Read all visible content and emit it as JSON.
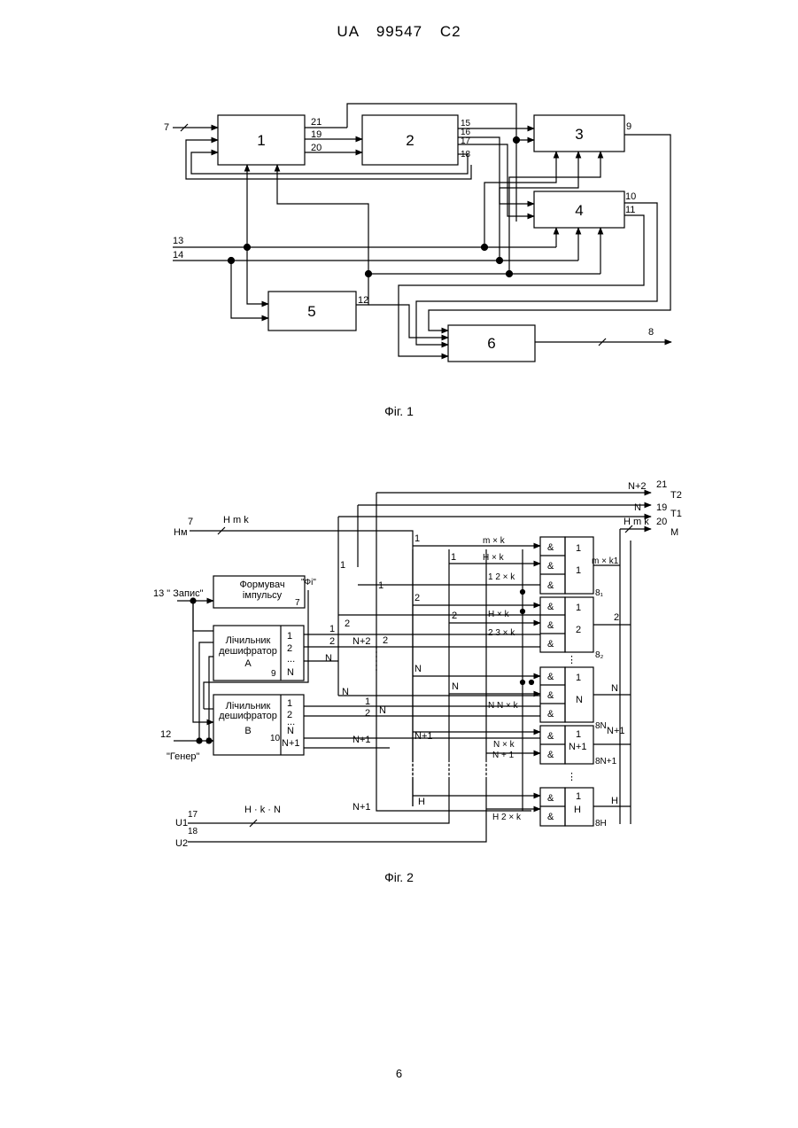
{
  "header": {
    "text": "UA   99547   C2"
  },
  "figure1": {
    "caption": "Фіг. 1",
    "blocks": [
      "1",
      "2",
      "3",
      "4",
      "5",
      "6"
    ],
    "labels": {
      "in7": "7",
      "in13": "13",
      "in14": "14",
      "out8": "8",
      "p21": "21",
      "p19": "19",
      "p20": "20",
      "p15": "15",
      "p16": "16",
      "p17": "17",
      "p18": "18",
      "p9": "9",
      "p10": "10",
      "p11": "11",
      "p12": "12"
    }
  },
  "figure2": {
    "caption": "Фіг. 2",
    "formuvach": {
      "line1": "Формувач",
      "line2": "імпульсу",
      "pin": "7",
      "out": "\"Фі\""
    },
    "counterA": {
      "line1": "Лічильник",
      "line2": "дешифратор",
      "line3": "А",
      "pins": [
        "1",
        "2",
        "...",
        "N"
      ],
      "pin9": "9"
    },
    "counterB": {
      "line1": "Лічильник",
      "line2": "дешифратор",
      "line3": "В",
      "pins": [
        "1",
        "2",
        "...",
        "N",
        "N+1"
      ],
      "pin10": "10"
    },
    "inputs": {
      "hm": "Hм",
      "hm_num": "7",
      "hm_bus": "H m k",
      "zapys": "13 \" Запис\"",
      "gen_num": "12",
      "gen": "\"Генер\"",
      "u1": "U1",
      "u2": "U2",
      "n17": "17",
      "n18": "18",
      "u_bus": "H · k · N"
    },
    "outputs": {
      "t2_top": "N+2",
      "t2_num": "21",
      "t2": "T2",
      "t1_top": "N",
      "t1_num": "19",
      "t1": "T1",
      "m_top": "H m k",
      "m_num": "20",
      "m": "M"
    },
    "gate_blocks": [
      {
        "num": "1",
        "sub": "1",
        "out": "8₁"
      },
      {
        "num": "2",
        "sub": "1",
        "out": "8₂"
      },
      {
        "num": "N",
        "sub": "1",
        "out": "8N"
      },
      {
        "num": "N+1",
        "sub": "1",
        "out": "8N+1"
      },
      {
        "num": "H",
        "sub": "1",
        "out": "8H"
      }
    ],
    "gate_symbol": "&",
    "bus_labels": {
      "b1": "m × k",
      "b2": "H × k",
      "b3": "1 2 × k",
      "b4": "H × k",
      "b5": "2 3 × k",
      "b6": "N N × k",
      "b7": "N × k",
      "b8": "N + 1",
      "b9": "H 2 × k",
      "bmk1": "m × k1",
      "l1": "1",
      "l2": "2",
      "lN": "N",
      "lN1": "N+1",
      "lH": "H",
      "ln2": "N+2",
      "lnl": "N+1"
    }
  },
  "page_number": "6"
}
